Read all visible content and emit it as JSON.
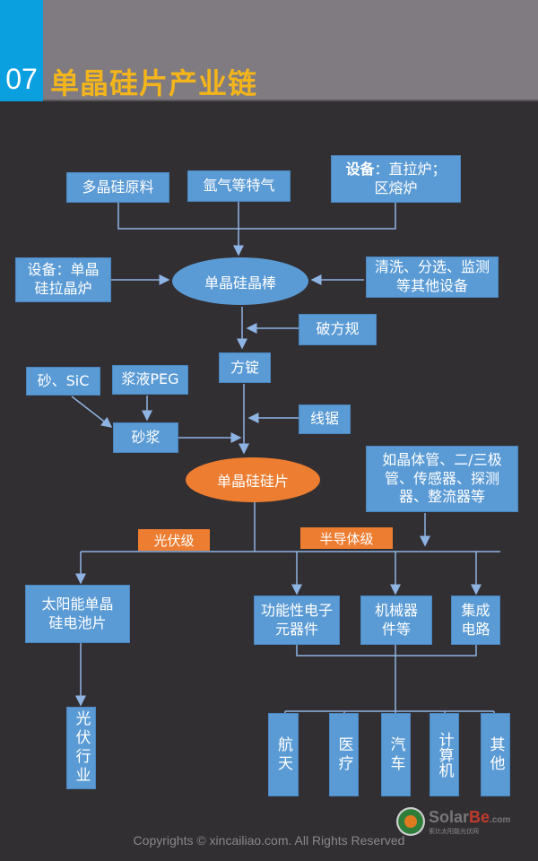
{
  "header": {
    "number": "07",
    "title": "单晶硅片产业链"
  },
  "nodes": {
    "polysilicon": "多晶硅原料",
    "argon": "氩气等特气",
    "equip_top_bold": "设备",
    "equip_top": "：直拉炉；区熔炉",
    "equip_left": "设备：单晶硅拉晶炉",
    "ingot": "单晶硅晶棒",
    "cleaning": "清洗、分选、监测等其他设备",
    "squaring": "破方规",
    "square_ingot": "方锭",
    "sand": "砂、SiC",
    "peg": "浆液PEG",
    "wire_saw": "线锯",
    "slurry": "砂浆",
    "wafer": "单晶硅硅片",
    "semis": "如晶体管、二/三极管、传感器、探测器、整流器等",
    "pv_grade": "光伏级",
    "semi_grade": "半导体级",
    "solar_cell": "太阳能单晶硅电池片",
    "electronic": "功能性电子元器件",
    "mechanical": "机械器件等",
    "ic": "集成电路",
    "pv_industry": "光伏行业",
    "aerospace": "航天",
    "medical": "医疗",
    "auto": "汽车",
    "computer": "计算机",
    "other": "其他"
  },
  "footer": {
    "copyright": "Copyrights © xincailiao.com. All Rights Reserved",
    "logo_a": "Solar",
    "logo_b": "Be",
    "logo_c": ".com",
    "logo_sub": "索比太阳能光伏网"
  },
  "colors": {
    "box": "#5b9bd5",
    "accent": "#ed7d31",
    "title": "#f3b51b"
  }
}
